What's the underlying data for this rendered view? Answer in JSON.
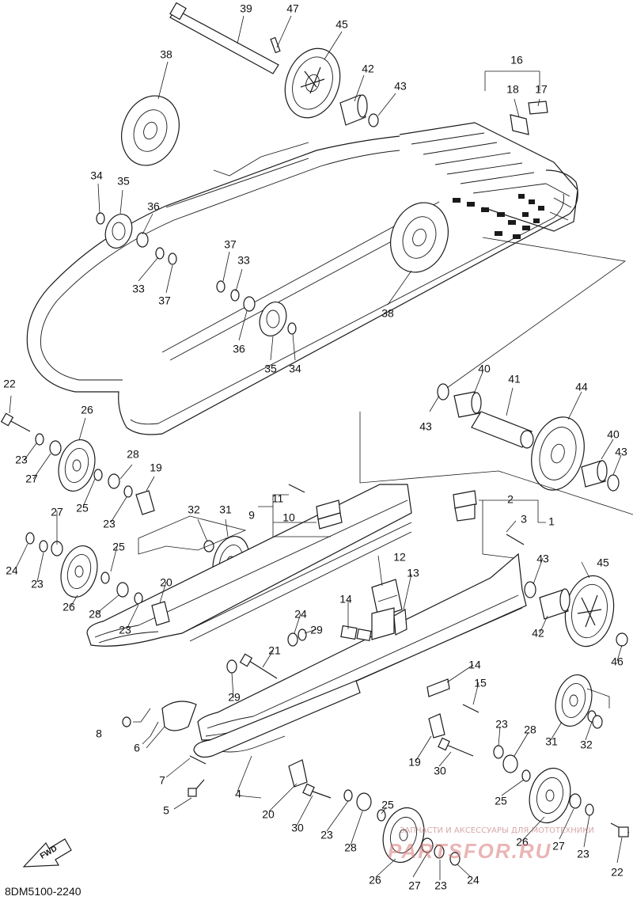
{
  "diagram": {
    "drawing_code": "8DM5100-2240",
    "direction_label": "FWD",
    "watermark": {
      "tagline": "ЗАПЧАСТИ И АКСЕССУАРЫ ДЛЯ МОТОТЕХНИКИ",
      "brand": "PARTSFOR.RU"
    },
    "callouts": [
      "1",
      "2",
      "3",
      "4",
      "5",
      "6",
      "7",
      "8",
      "9",
      "10",
      "11",
      "12",
      "13",
      "14",
      "15",
      "16",
      "17",
      "18",
      "19",
      "20",
      "21",
      "22",
      "23",
      "24",
      "25",
      "26",
      "27",
      "28",
      "29",
      "30",
      "31",
      "32",
      "33",
      "34",
      "35",
      "36",
      "37",
      "38",
      "39",
      "40",
      "41",
      "42",
      "43",
      "44",
      "45",
      "46",
      "47"
    ]
  }
}
